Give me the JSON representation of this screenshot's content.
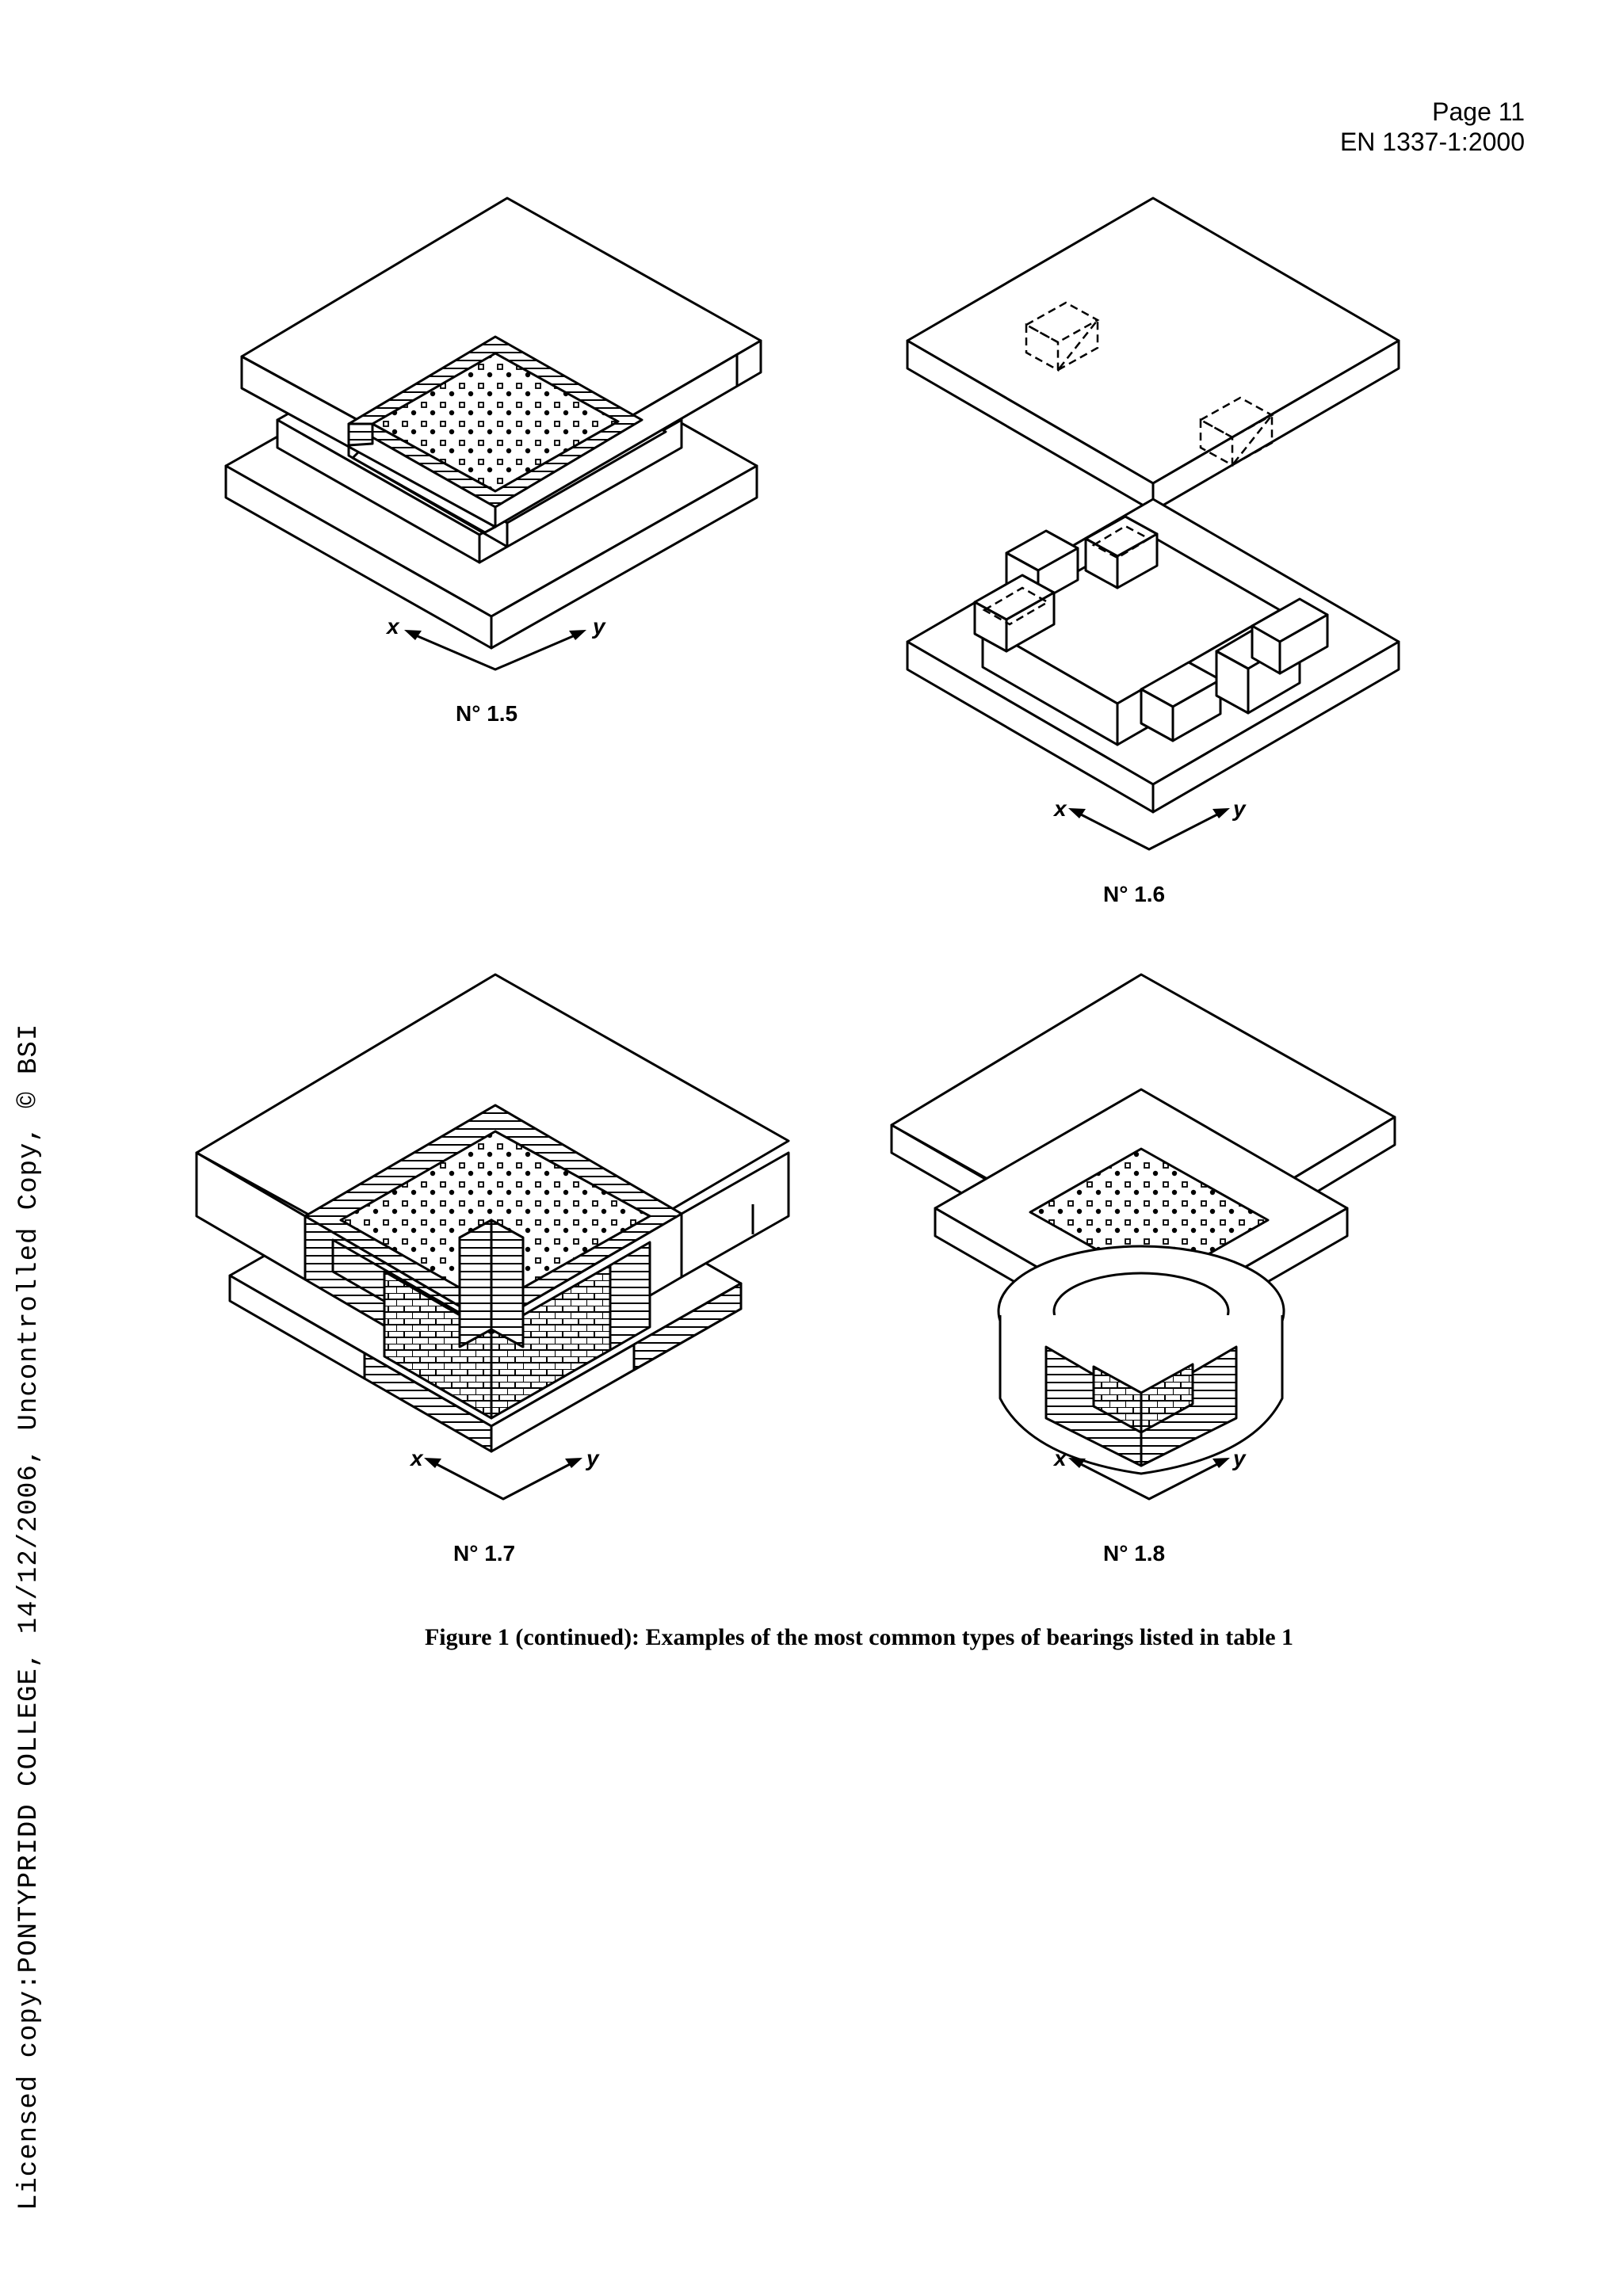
{
  "header": {
    "page": "Page 11",
    "standard": "EN 1337-1:2000"
  },
  "watermark": "Licensed copy:PONTYPRIDD COLLEGE, 14/12/2006, Uncontrolled Copy, © BSI",
  "figures": [
    {
      "label": "N° 1.5",
      "x_axis": "x",
      "y_axis": "y"
    },
    {
      "label": "N° 1.6",
      "x_axis": "x",
      "y_axis": "y"
    },
    {
      "label": "N° 1.7",
      "x_axis": "x",
      "y_axis": "y"
    },
    {
      "label": "N° 1.8",
      "x_axis": "x",
      "y_axis": "y"
    }
  ],
  "caption": "Figure 1 (continued): Examples of the most common types of bearings listed in table 1"
}
